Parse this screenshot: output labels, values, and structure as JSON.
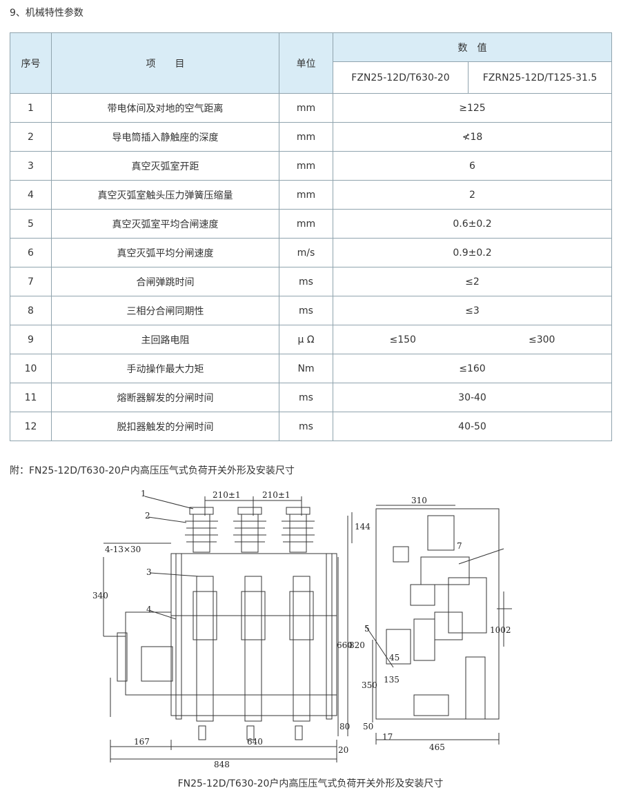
{
  "section_title": "9、机械特性参数",
  "table": {
    "headers": {
      "index": "序号",
      "item": "项　　目",
      "unit": "单位",
      "value_group": "数　值",
      "model_a": "FZN25-12D/T630-20",
      "model_b": "FZRN25-12D/T125-31.5"
    },
    "rows": [
      {
        "no": "1",
        "item": "带电体间及对地的空气距离",
        "unit": "mm",
        "value": "≥125"
      },
      {
        "no": "2",
        "item": "导电筒插入静触座的深度",
        "unit": "mm",
        "value": "≮18"
      },
      {
        "no": "3",
        "item": "真空灭弧室开距",
        "unit": "mm",
        "value": "6"
      },
      {
        "no": "4",
        "item": "真空灭弧室触头压力弹簧压缩量",
        "unit": "mm",
        "value": "2"
      },
      {
        "no": "5",
        "item": "真空灭弧室平均合闸速度",
        "unit": "mm",
        "value": "0.6±0.2"
      },
      {
        "no": "6",
        "item": "真空灭弧平均分闸速度",
        "unit": "m/s",
        "value": "0.9±0.2"
      },
      {
        "no": "7",
        "item": "合闸弹跳时间",
        "unit": "ms",
        "value": "≤2"
      },
      {
        "no": "8",
        "item": "三相分合闸同期性",
        "unit": "ms",
        "value": "≤3"
      },
      {
        "no": "9",
        "item": "主回路电阻",
        "unit": "μ Ω",
        "value_a": "≤150",
        "value_b": "≤300"
      },
      {
        "no": "10",
        "item": "手动操作最大力矩",
        "unit": "Nm",
        "value": "≤160"
      },
      {
        "no": "11",
        "item": "熔断器解发的分闸时间",
        "unit": "ms",
        "value": "30-40"
      },
      {
        "no": "12",
        "item": "脱扣器触发的分闸时间",
        "unit": "ms",
        "value": "40-50"
      }
    ]
  },
  "note": "附：FN25-12D/T630-20户内高压压气式负荷开关外形及安装尺寸",
  "drawing": {
    "labels": {
      "l1": "1",
      "l2": "2",
      "l3": "3",
      "l4": "4",
      "l5": "5",
      "l7": "7",
      "holes": "4-13×30",
      "d210a": "210±1",
      "d210b": "210±1",
      "d144": "144",
      "d340": "340",
      "d660": "660",
      "d820": "820",
      "d80": "80",
      "d20": "20",
      "d167": "167",
      "d640": "640",
      "d848": "848",
      "d310": "310",
      "d1002": "1002",
      "d45": "45",
      "d135": "135",
      "d350": "350",
      "d50": "50",
      "d17": "17",
      "d465": "465"
    }
  },
  "caption": "FN25-12D/T630-20户内高压压气式负荷开关外形及安装尺寸"
}
